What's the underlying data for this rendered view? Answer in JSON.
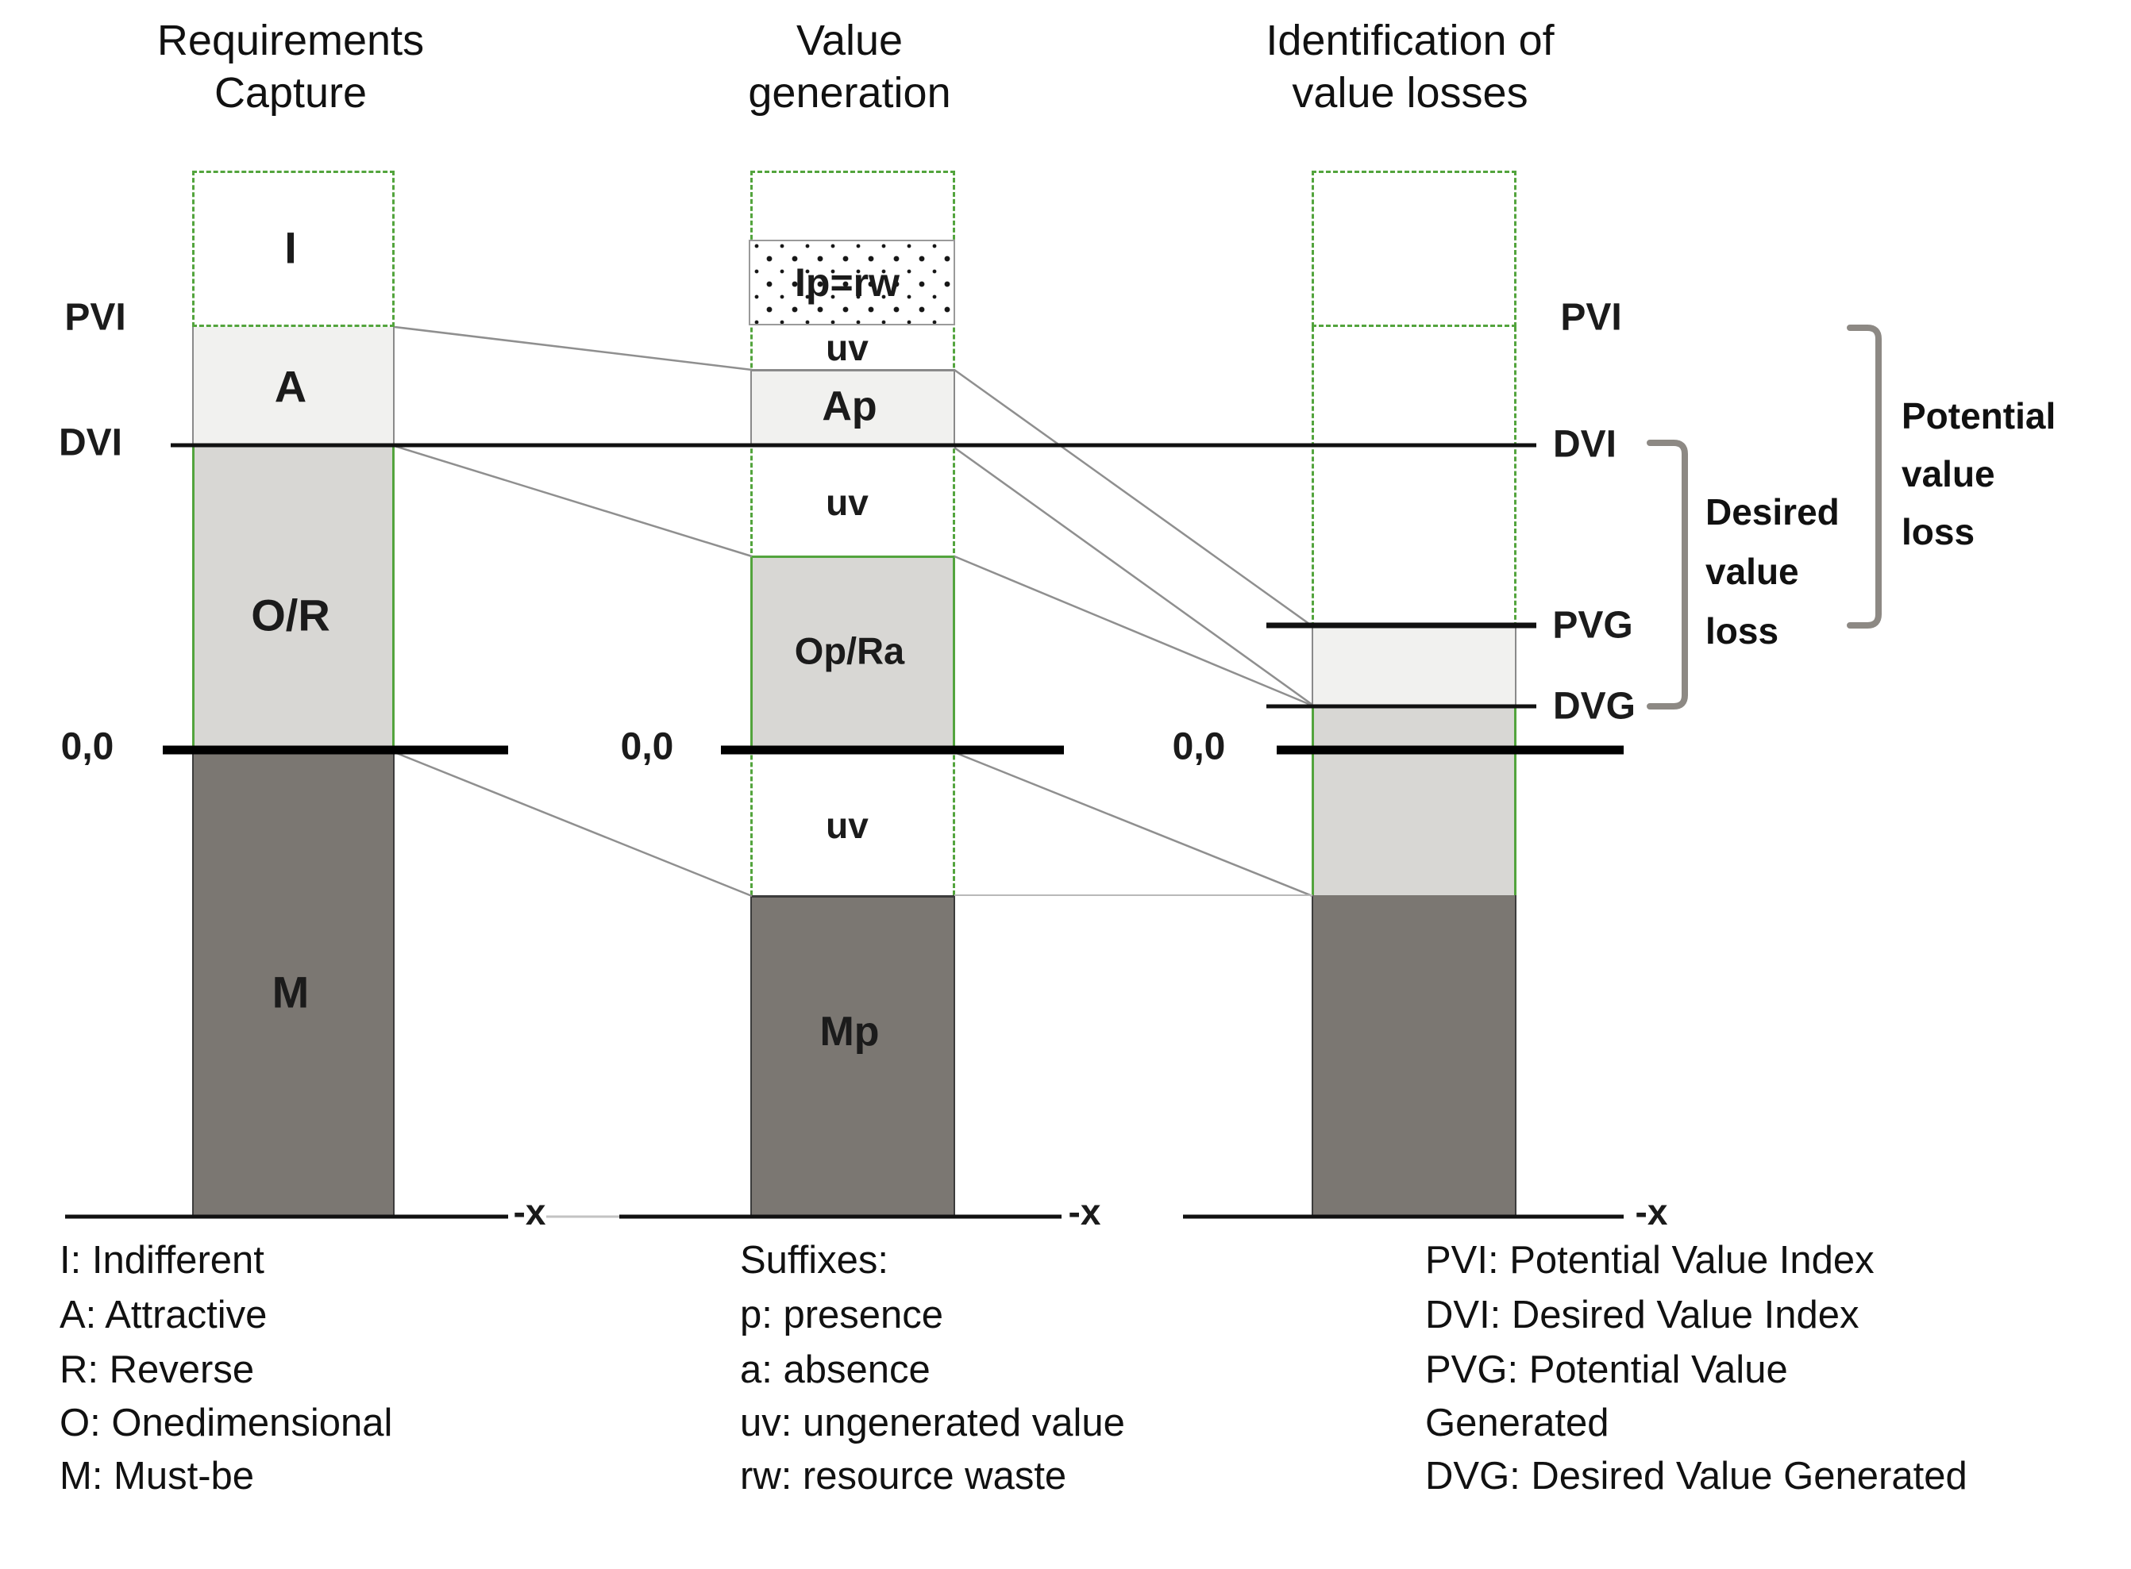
{
  "headers": {
    "col1": "Requirements\nCapture",
    "col2": "Value\ngeneration",
    "col3": "Identification of\nvalue losses"
  },
  "bars": {
    "col1": {
      "i": "I",
      "a": "A",
      "or": "O/R",
      "m": "M"
    },
    "col2": {
      "ip": "Ip=rw",
      "uv1": "uv",
      "ap": "Ap",
      "uv2": "uv",
      "opra": "Op/Ra",
      "uv3": "uv",
      "mp": "Mp"
    }
  },
  "axis": {
    "pvi_left": "PVI",
    "dvi_left": "DVI",
    "pvi_right": "PVI",
    "dvi_right": "DVI",
    "pvg": "PVG",
    "dvg": "DVG",
    "zero1": "0,0",
    "zero2": "0,0",
    "zero3": "0,0",
    "neg_x1": "-x",
    "neg_x2": "-x",
    "neg_x3": "-x"
  },
  "brackets": {
    "potential": "Potential\nvalue\nloss",
    "desired": "Desired\nvalue\nloss"
  },
  "legends": {
    "kano": [
      "I: Indifferent",
      "A: Attractive",
      "R: Reverse",
      "O: Onedimensional",
      "M: Must-be"
    ],
    "suffixes": [
      "Suffixes:",
      "p: presence",
      "a: absence",
      "uv: ungenerated value",
      "rw: resource waste"
    ],
    "indices": [
      "PVI: Potential Value Index",
      "DVI: Desired Value Index",
      "PVG: Potential Value",
      "Generated",
      "DVG: Desired Value Generated"
    ]
  },
  "colors": {
    "green": "#53a43d",
    "light": "#f1f1ef",
    "mid": "#d8d7d4",
    "dark": "#7b7772",
    "ink": "#1b1b1b",
    "connector": "#8f8f8f",
    "bracket": "#8d8984"
  }
}
